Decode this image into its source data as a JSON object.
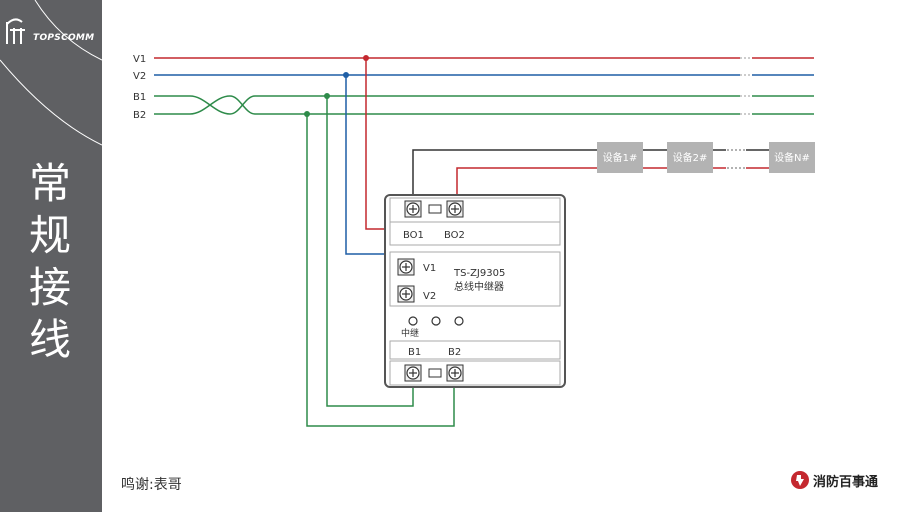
{
  "brand": {
    "name": "TOPSCOMM"
  },
  "sidebar": {
    "title_chars": [
      "常",
      "规",
      "接",
      "线"
    ]
  },
  "wires": {
    "v1": "V1",
    "v2": "V2",
    "b1": "B1",
    "b2": "B2",
    "color_v1": "#c4282f",
    "color_v2": "#1f5fa6",
    "color_bus": "#2e8b4a",
    "color_bo": "#333333"
  },
  "devices": [
    "设备1#",
    "设备2#",
    "设备N#"
  ],
  "module": {
    "model": "TS-ZJ9305",
    "name": "总线中继器",
    "bo1": "BO1",
    "bo2": "BO2",
    "v1": "V1",
    "v2": "V2",
    "relay": "中继",
    "b1": "B1",
    "b2": "B2"
  },
  "footer": {
    "credit": "鸣谢:表哥",
    "right_logo_text": "消防百事通"
  }
}
